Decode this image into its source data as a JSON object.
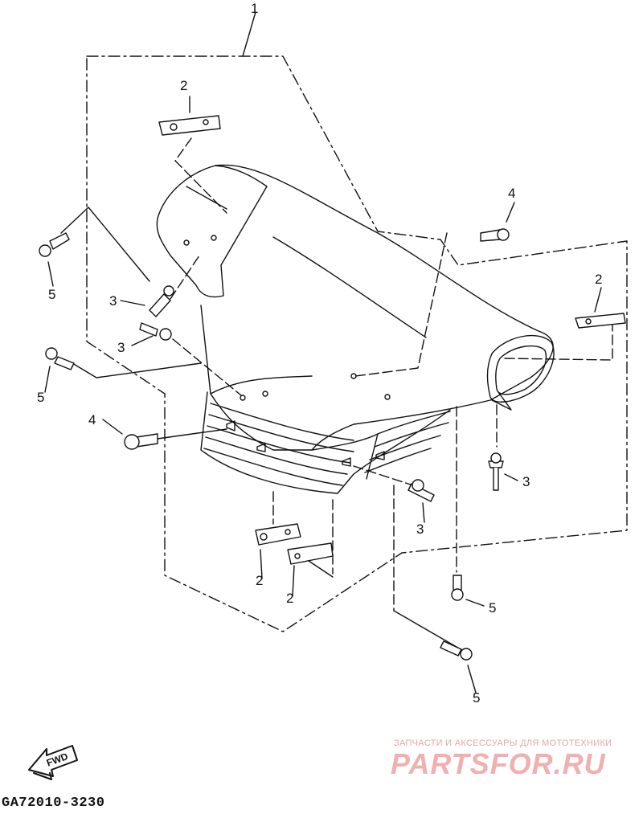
{
  "callouts": {
    "n1": "1",
    "n2": "2",
    "n3": "3",
    "n4": "4",
    "n5": "5"
  },
  "fwd_label": "FWD",
  "part_code": "GA72010-3230",
  "watermark": {
    "line1": "ЗАПЧАСТИ И АКСЕССУАРЫ ДЛЯ МОТОТЕХНИКИ",
    "brand": "PARTSFOR.RU"
  }
}
